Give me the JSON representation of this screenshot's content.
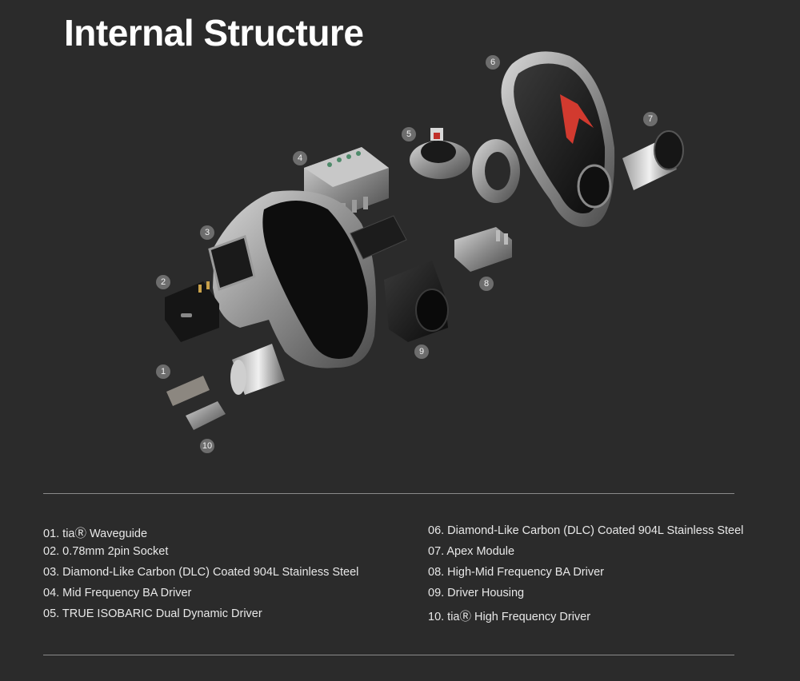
{
  "page": {
    "title": "Internal Structure"
  },
  "diagram": {
    "markers": [
      "1",
      "2",
      "3",
      "4",
      "5",
      "6",
      "7",
      "8",
      "9",
      "10"
    ]
  },
  "legend": {
    "items": [
      "01. tiaⓇ Waveguide",
      "02. 0.78mm 2pin Socket",
      "03. Diamond-Like Carbon (DLC) Coated 904L Stainless Steel",
      "04. Mid Frequency BA Driver",
      "05. TRUE ISOBARIC Dual Dynamic Driver",
      "06. Diamond-Like Carbon (DLC) Coated 904L Stainless Steel",
      "07. Apex Module",
      "08. High-Mid Frequency BA Driver",
      "09. Driver Housing",
      "10. tiaⓇ High Frequency Driver"
    ]
  },
  "colors": {
    "background": "#2b2b2b",
    "marker": "#6d6d6d",
    "accent_red": "#d23a2f"
  }
}
